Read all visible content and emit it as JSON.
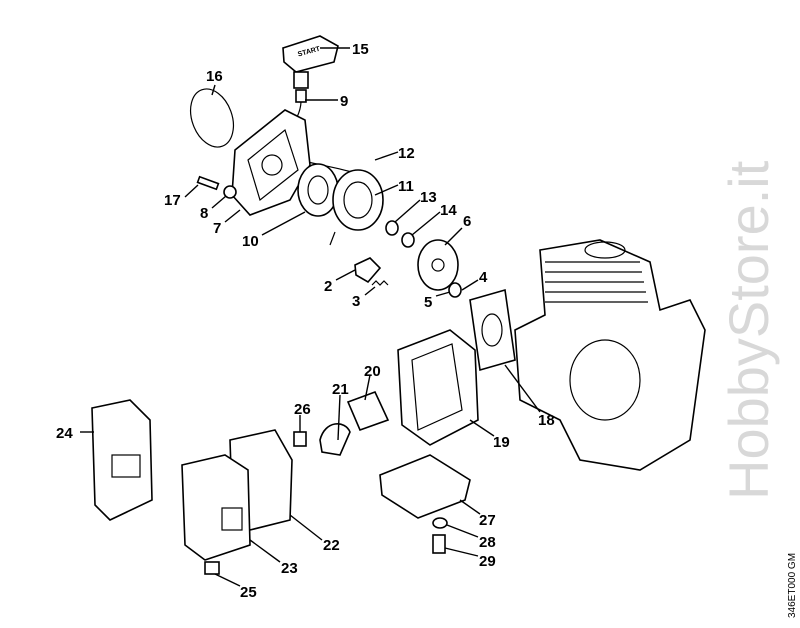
{
  "diagram": {
    "watermark": "HobbyStore.it",
    "drawing_code": "346ET000 GM",
    "start_grip_text": "START",
    "callouts": [
      {
        "id": "15",
        "label": "15"
      },
      {
        "id": "16",
        "label": "16"
      },
      {
        "id": "9",
        "label": "9"
      },
      {
        "id": "12",
        "label": "12"
      },
      {
        "id": "11",
        "label": "11"
      },
      {
        "id": "13",
        "label": "13"
      },
      {
        "id": "14",
        "label": "14"
      },
      {
        "id": "6",
        "label": "6"
      },
      {
        "id": "17",
        "label": "17"
      },
      {
        "id": "8",
        "label": "8"
      },
      {
        "id": "7",
        "label": "7"
      },
      {
        "id": "10",
        "label": "10"
      },
      {
        "id": "2",
        "label": "2"
      },
      {
        "id": "4",
        "label": "4"
      },
      {
        "id": "3",
        "label": "3"
      },
      {
        "id": "5",
        "label": "5"
      },
      {
        "id": "18",
        "label": "18"
      },
      {
        "id": "21",
        "label": "21"
      },
      {
        "id": "20",
        "label": "20"
      },
      {
        "id": "26",
        "label": "26"
      },
      {
        "id": "19",
        "label": "19"
      },
      {
        "id": "24",
        "label": "24"
      },
      {
        "id": "27",
        "label": "27"
      },
      {
        "id": "28",
        "label": "28"
      },
      {
        "id": "22",
        "label": "22"
      },
      {
        "id": "29",
        "label": "29"
      },
      {
        "id": "23",
        "label": "23"
      },
      {
        "id": "25",
        "label": "25"
      }
    ]
  }
}
